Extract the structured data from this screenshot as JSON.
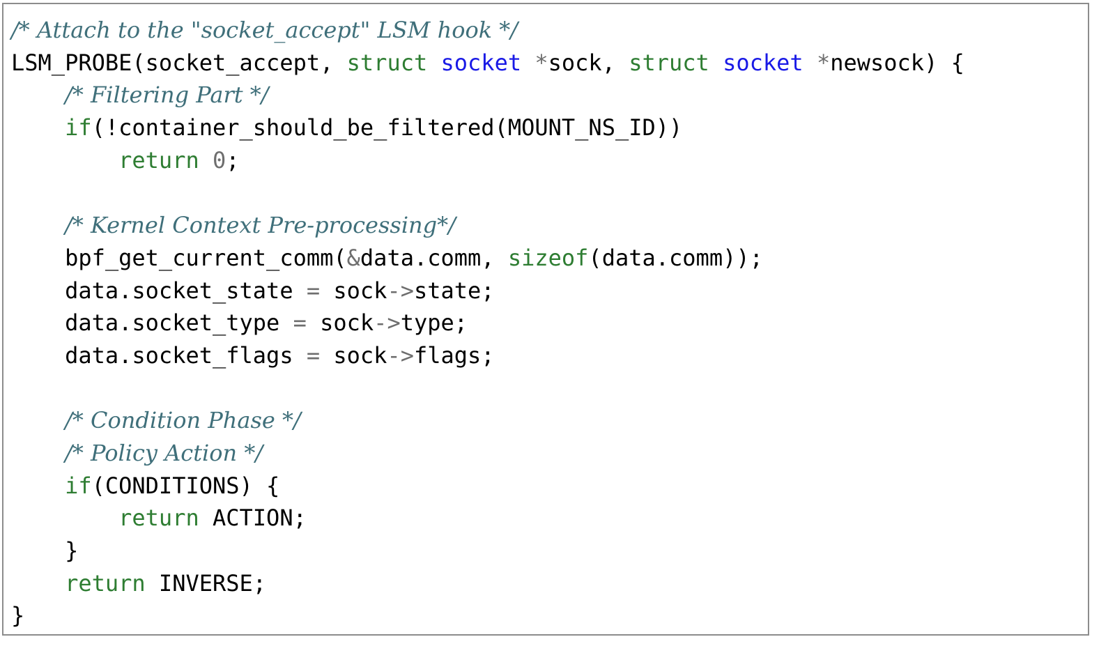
{
  "colors": {
    "comment": "#3f6f7a",
    "keyword": "#2e7d32",
    "type": "#1a1ae6",
    "operator": "#6e6e6e",
    "text": "#000000",
    "border": "#8c8c8c"
  },
  "code": {
    "lines": [
      [
        {
          "t": "comment",
          "v": "/* Attach to the \"socket_accept\" LSM hook */"
        }
      ],
      [
        {
          "t": "plain",
          "v": "LSM_PROBE(socket_accept, "
        },
        {
          "t": "keyword",
          "v": "struct"
        },
        {
          "t": "plain",
          "v": " "
        },
        {
          "t": "type",
          "v": "socket"
        },
        {
          "t": "plain",
          "v": " "
        },
        {
          "t": "op",
          "v": "*"
        },
        {
          "t": "plain",
          "v": "sock, "
        },
        {
          "t": "keyword",
          "v": "struct"
        },
        {
          "t": "plain",
          "v": " "
        },
        {
          "t": "type",
          "v": "socket"
        },
        {
          "t": "plain",
          "v": " "
        },
        {
          "t": "op",
          "v": "*"
        },
        {
          "t": "plain",
          "v": "newsock) {"
        }
      ],
      [
        {
          "t": "plain",
          "v": "    "
        },
        {
          "t": "comment",
          "v": "/* Filtering Part */"
        }
      ],
      [
        {
          "t": "plain",
          "v": "    "
        },
        {
          "t": "keyword",
          "v": "if"
        },
        {
          "t": "plain",
          "v": "(!container_should_be_filtered(MOUNT_NS_ID))"
        }
      ],
      [
        {
          "t": "plain",
          "v": "        "
        },
        {
          "t": "keyword",
          "v": "return"
        },
        {
          "t": "plain",
          "v": " "
        },
        {
          "t": "op",
          "v": "0"
        },
        {
          "t": "plain",
          "v": ";"
        }
      ],
      [],
      [
        {
          "t": "plain",
          "v": "    "
        },
        {
          "t": "comment",
          "v": "/* Kernel Context Pre-processing*/"
        }
      ],
      [
        {
          "t": "plain",
          "v": "    bpf_get_current_comm("
        },
        {
          "t": "op",
          "v": "&"
        },
        {
          "t": "plain",
          "v": "data.comm, "
        },
        {
          "t": "keyword",
          "v": "sizeof"
        },
        {
          "t": "plain",
          "v": "(data.comm));"
        }
      ],
      [
        {
          "t": "plain",
          "v": "    data.socket_state "
        },
        {
          "t": "op",
          "v": "="
        },
        {
          "t": "plain",
          "v": " sock"
        },
        {
          "t": "op",
          "v": "->"
        },
        {
          "t": "plain",
          "v": "state;"
        }
      ],
      [
        {
          "t": "plain",
          "v": "    data.socket_type "
        },
        {
          "t": "op",
          "v": "="
        },
        {
          "t": "plain",
          "v": " sock"
        },
        {
          "t": "op",
          "v": "->"
        },
        {
          "t": "plain",
          "v": "type;"
        }
      ],
      [
        {
          "t": "plain",
          "v": "    data.socket_flags "
        },
        {
          "t": "op",
          "v": "="
        },
        {
          "t": "plain",
          "v": " sock"
        },
        {
          "t": "op",
          "v": "->"
        },
        {
          "t": "plain",
          "v": "flags;"
        }
      ],
      [],
      [
        {
          "t": "plain",
          "v": "    "
        },
        {
          "t": "comment",
          "v": "/* Condition Phase */"
        }
      ],
      [
        {
          "t": "plain",
          "v": "    "
        },
        {
          "t": "comment",
          "v": "/* Policy Action */"
        }
      ],
      [
        {
          "t": "plain",
          "v": "    "
        },
        {
          "t": "keyword",
          "v": "if"
        },
        {
          "t": "plain",
          "v": "(CONDITIONS) {"
        }
      ],
      [
        {
          "t": "plain",
          "v": "        "
        },
        {
          "t": "keyword",
          "v": "return"
        },
        {
          "t": "plain",
          "v": " ACTION;"
        }
      ],
      [
        {
          "t": "plain",
          "v": "    }"
        }
      ],
      [
        {
          "t": "plain",
          "v": "    "
        },
        {
          "t": "keyword",
          "v": "return"
        },
        {
          "t": "plain",
          "v": " INVERSE;"
        }
      ],
      [
        {
          "t": "plain",
          "v": "}"
        }
      ]
    ]
  }
}
